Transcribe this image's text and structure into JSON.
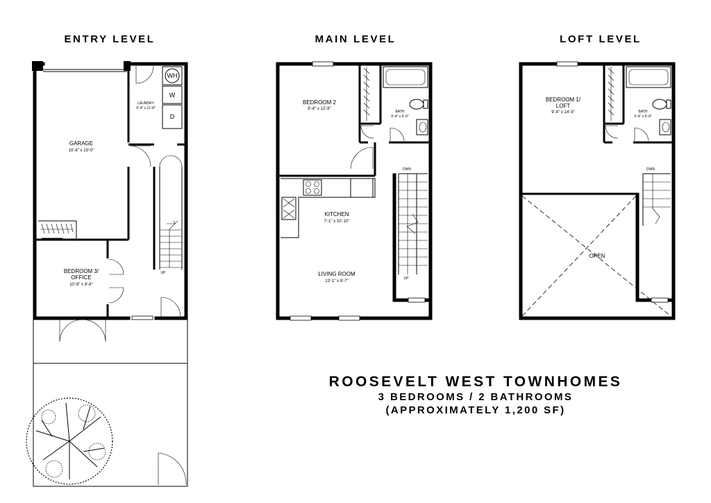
{
  "levels": {
    "entry": {
      "title": "ENTRY LEVEL",
      "rooms": {
        "garage": {
          "name": "GARAGE",
          "dims": "10'-8\" x 19'-0\""
        },
        "laundry": {
          "name": "LAUNDRY",
          "dims": "6'-4\" x 11'-8\""
        },
        "bedroom3": {
          "name1": "BEDROOM 3/",
          "name2": "OFFICE",
          "dims": "10'-8\" x 8'-8\""
        }
      },
      "appliances": {
        "water_heater": "WH",
        "washer": "W",
        "dryer": "D"
      },
      "stair_label": "UP"
    },
    "main": {
      "title": "MAIN LEVEL",
      "rooms": {
        "bedroom2": {
          "name": "BEDROOM 2",
          "dims": "9'-4\" x 12'-8\""
        },
        "bath": {
          "name": "BATH",
          "dims": "5'-4\" x 6'-9\""
        },
        "kitchen": {
          "name": "KITCHEN",
          "dims": "7'-1\" x 10'-10\""
        },
        "living": {
          "name": "LIVING ROOM",
          "dims": "13'-1\" x 8'-7\""
        }
      },
      "stair_down": "DWN",
      "stair_up": "UP"
    },
    "loft": {
      "title": "LOFT LEVEL",
      "rooms": {
        "bedroom1": {
          "name1": "BEDROOM 1/",
          "name2": "LOFT",
          "dims": "9'-4\" x 14'-9\""
        },
        "bath": {
          "name": "BATH",
          "dims": "5'-4\" x 6'-9\""
        },
        "open": {
          "name": "OPEN"
        }
      },
      "stair_down": "DWN"
    }
  },
  "title_block": {
    "name": "ROOSEVELT WEST TOWNHOMES",
    "line2": "3 BEDROOMS / 2 BATHROOMS",
    "line3": "(APPROXIMATELY 1,200 SF)"
  }
}
